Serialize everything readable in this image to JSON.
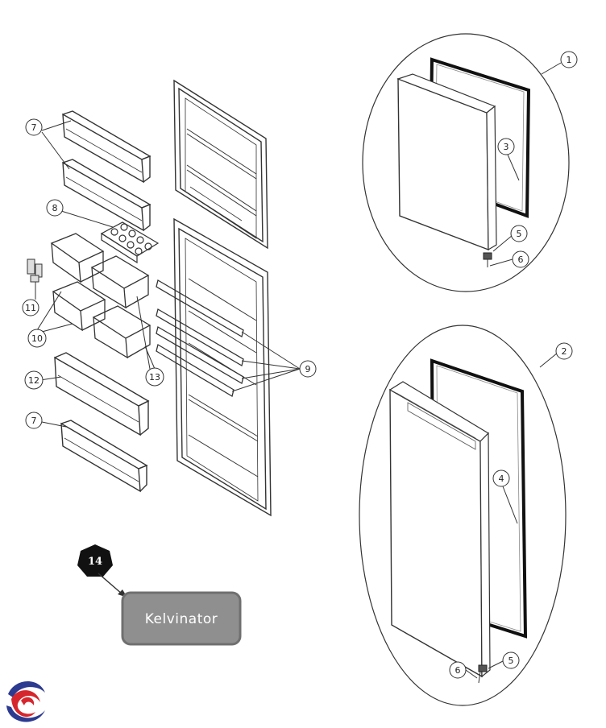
{
  "callouts": {
    "c1": "1",
    "c2": "2",
    "c3": "3",
    "c4": "4",
    "c5a": "5",
    "c5b": "5",
    "c6a": "6",
    "c6b": "6",
    "c7a": "7",
    "c7b": "7",
    "c8": "8",
    "c9": "9",
    "c10": "10",
    "c11": "11",
    "c12": "12",
    "c13": "13"
  },
  "hex_callout": "14",
  "brand_badge": {
    "label": "Kelvinator",
    "fill": "#8f8f8f",
    "stroke": "#6f6f6f"
  },
  "logo": {
    "colors": [
      "#d6262d",
      "#2c3a8f",
      "#ffffff"
    ]
  },
  "line_color": "#333333"
}
